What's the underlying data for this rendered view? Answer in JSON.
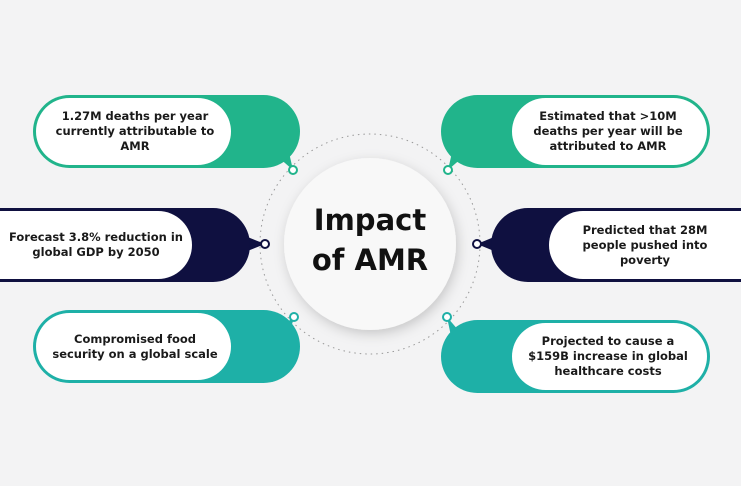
{
  "title": {
    "line1": "Impact",
    "line2": "of AMR"
  },
  "colors": {
    "green": "#21b48b",
    "navy": "#0f1040",
    "teal": "#1eb0a7",
    "background": "#f3f3f4"
  },
  "bubbles": [
    {
      "text": "1.27M deaths per year currently attributable to AMR",
      "color": "green"
    },
    {
      "text": "Forecast 3.8% reduction in global GDP by 2050",
      "color": "navy"
    },
    {
      "text": "Compromised food security on a global scale",
      "color": "teal"
    },
    {
      "text": "Estimated that >10M deaths per year will be attributed to AMR",
      "color": "green"
    },
    {
      "text": "Predicted that 28M people pushed into poverty",
      "color": "navy"
    },
    {
      "text": "Projected to cause a $159B increase in global healthcare costs",
      "color": "teal"
    }
  ]
}
